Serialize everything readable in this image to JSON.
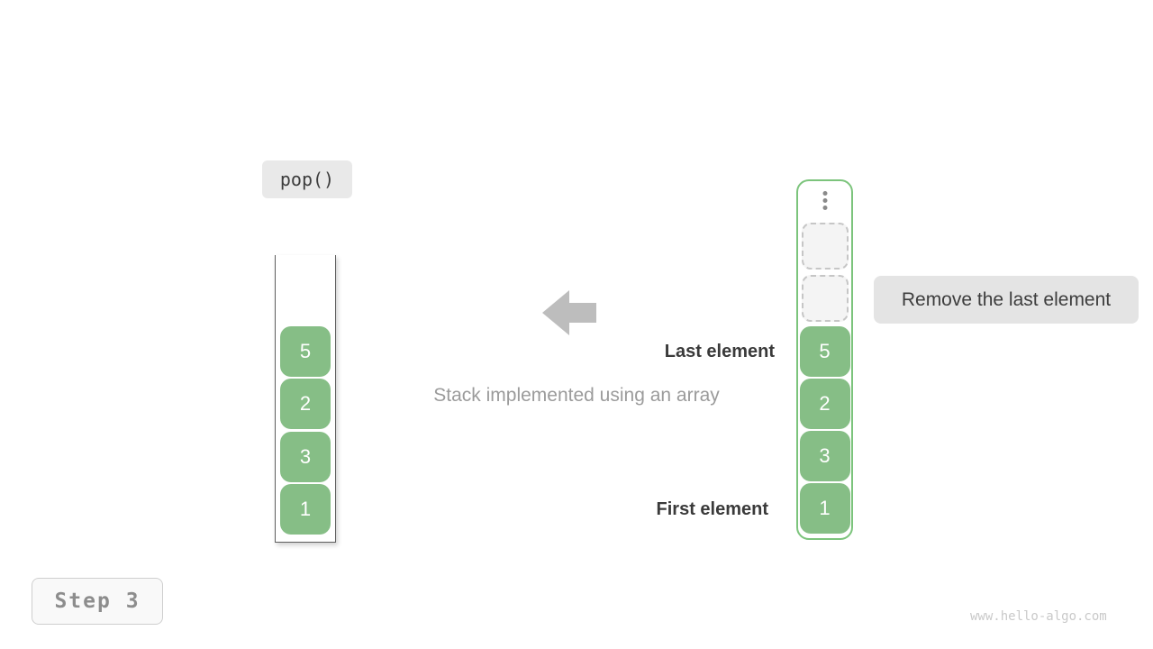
{
  "operation": {
    "label": "pop()"
  },
  "step": {
    "label": "Step 3"
  },
  "caption": "Stack implemented using an array",
  "annotations": {
    "last_element": "Last element",
    "first_element": "First element",
    "tooltip": "Remove the last element"
  },
  "left_stack": {
    "values": [
      "5",
      "2",
      "3",
      "1"
    ]
  },
  "right_stack": {
    "empty_slot_count": 2,
    "values": [
      "5",
      "2",
      "3",
      "1"
    ]
  },
  "watermark": "www.hello-algo.com",
  "colors": {
    "cell_green": "#86be86",
    "stack_border_green": "#7cc47c",
    "arrow_gray": "#bdbdbd",
    "chip_bg": "#e9e9e9",
    "tooltip_bg": "#e4e4e4",
    "dark_text": "#3a3a3a",
    "muted_text": "#9b9b9b",
    "step_text": "#8d8d8d",
    "watermark_text": "#c9c9c9"
  }
}
